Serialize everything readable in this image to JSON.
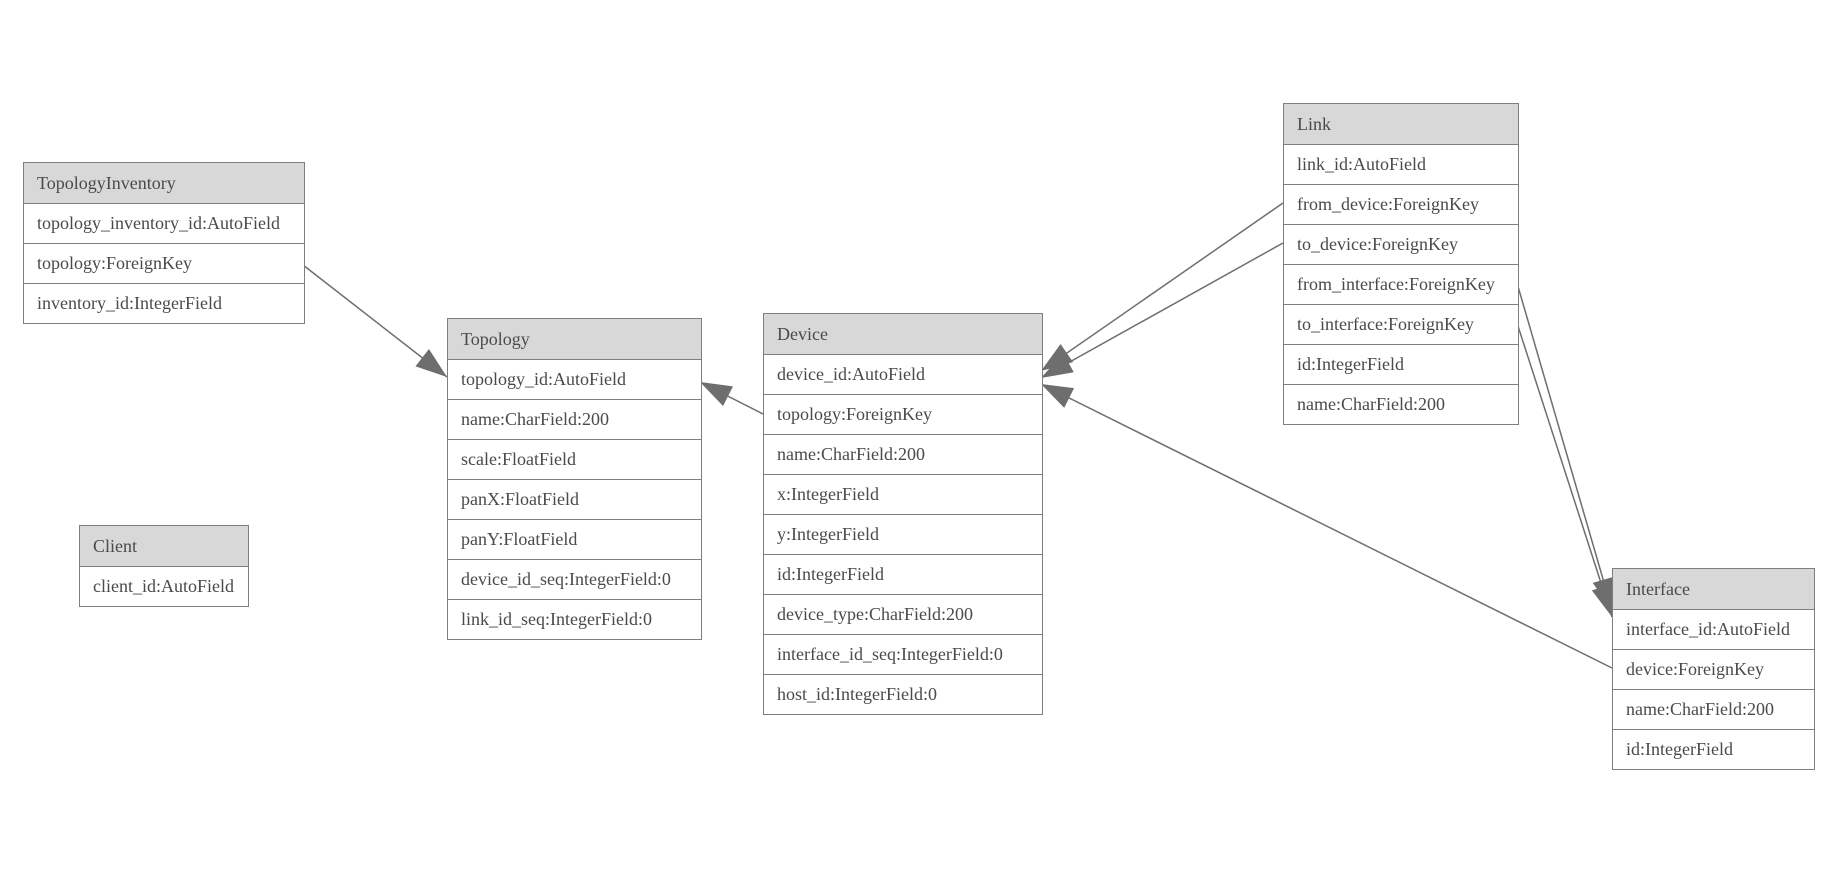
{
  "colors": {
    "header_fill": "#d8d8d8",
    "border": "#7f7f7f",
    "text": "#4a4a4a",
    "edge": "#6e6e6e",
    "background": "#ffffff"
  },
  "entities": {
    "topology_inventory": {
      "title": "TopologyInventory",
      "fields": [
        "topology_inventory_id:AutoField",
        "topology:ForeignKey",
        "inventory_id:IntegerField"
      ]
    },
    "topology": {
      "title": "Topology",
      "fields": [
        "topology_id:AutoField",
        "name:CharField:200",
        "scale:FloatField",
        "panX:FloatField",
        "panY:FloatField",
        "device_id_seq:IntegerField:0",
        "link_id_seq:IntegerField:0"
      ]
    },
    "client": {
      "title": "Client",
      "fields": [
        "client_id:AutoField"
      ]
    },
    "device": {
      "title": "Device",
      "fields": [
        "device_id:AutoField",
        "topology:ForeignKey",
        "name:CharField:200",
        "x:IntegerField",
        "y:IntegerField",
        "id:IntegerField",
        "device_type:CharField:200",
        "interface_id_seq:IntegerField:0",
        "host_id:IntegerField:0"
      ]
    },
    "link": {
      "title": "Link",
      "fields": [
        "link_id:AutoField",
        "from_device:ForeignKey",
        "to_device:ForeignKey",
        "from_interface:ForeignKey",
        "to_interface:ForeignKey",
        "id:IntegerField",
        "name:CharField:200"
      ]
    },
    "interface": {
      "title": "Interface",
      "fields": [
        "interface_id:AutoField",
        "device:ForeignKey",
        "name:CharField:200",
        "id:IntegerField"
      ]
    }
  },
  "relationships": [
    {
      "from": "TopologyInventory.topology",
      "to": "Topology.topology_id"
    },
    {
      "from": "Device.topology",
      "to": "Topology.topology_id"
    },
    {
      "from": "Link.from_device",
      "to": "Device.device_id"
    },
    {
      "from": "Link.to_device",
      "to": "Device.device_id"
    },
    {
      "from": "Link.from_interface",
      "to": "Interface.interface_id"
    },
    {
      "from": "Link.to_interface",
      "to": "Interface.interface_id"
    },
    {
      "from": "Interface.device",
      "to": "Device.device_id"
    }
  ]
}
